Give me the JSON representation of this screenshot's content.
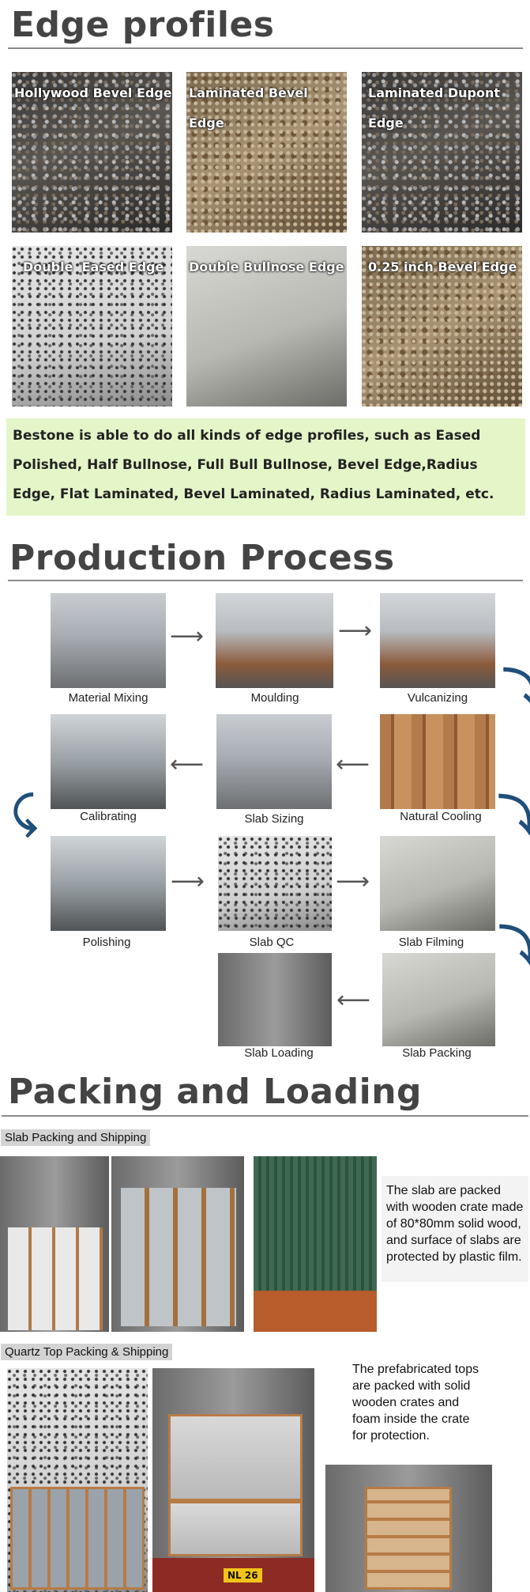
{
  "edge_section": {
    "heading": "Edge profiles",
    "tiles": [
      {
        "label": "Hollywood Bevel Edge"
      },
      {
        "label": "Laminated Bevel Edge"
      },
      {
        "label": "Laminated Dupont Edge"
      },
      {
        "label": "Double  Eased Edge"
      },
      {
        "label": "Double Bullnose Edge"
      },
      {
        "label": "0.25 inch Bevel Edge"
      }
    ],
    "description": "Bestone  is able to do all kinds of edge profiles, such as Eased Polished, Half Bullnose, Full Bull Bullnose, Bevel Edge,Radius Edge, Flat Laminated, Bevel Laminated, Radius Laminated, etc."
  },
  "production_section": {
    "heading": "Production Process",
    "steps": [
      {
        "label": "Material Mixing"
      },
      {
        "label": "Moulding"
      },
      {
        "label": "Vulcanizing"
      },
      {
        "label": "Calibrating"
      },
      {
        "label": "Slab Sizing"
      },
      {
        "label": "Natural Cooling"
      },
      {
        "label": "Polishing"
      },
      {
        "label": "Slab QC"
      },
      {
        "label": "Slab Filming"
      },
      {
        "label": "Slab Loading"
      },
      {
        "label": "Slab Packing"
      }
    ]
  },
  "packing_section": {
    "heading": "Packing and Loading",
    "slab_tag": "Slab Packing and Shipping",
    "slab_note": "The slab are packed with wooden crate made of 80*80mm solid wood, and surface of slabs are protected by plastic film.",
    "quartz_tag": "Quartz Top Packing & Shipping",
    "quartz_note": "The prefabricated tops are packed with solid wooden crates and foam inside the crate for protection.",
    "container_plate": "NL 26"
  }
}
